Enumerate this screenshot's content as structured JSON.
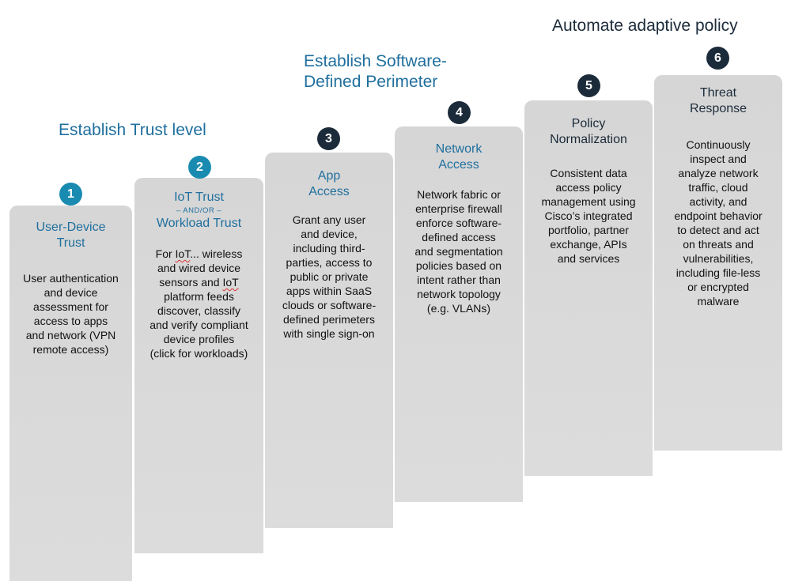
{
  "colors": {
    "step_fill": "#d9d9d9",
    "blue_text": "#1f6f9e",
    "dark_text": "#1c2b3a",
    "teal_badge": "#1a8bb0",
    "navy_badge": "#1c2b3a"
  },
  "stage_titles": [
    "Establish Trust level",
    "Establish Software-\nDefined Perimeter",
    "Automate adaptive policy"
  ],
  "steps": [
    {
      "number": "1",
      "title": "User-Device\nTrust",
      "body": "User authentication\nand device\nassessment for\naccess to apps\nand network (VPN\nremote access)"
    },
    {
      "number": "2",
      "title_top": "IoT Trust",
      "title_sub": "– AND/OR –",
      "title_bottom": "Workload Trust",
      "body_pre": "For ",
      "body_iot1": "IoT",
      "body_mid": "... wireless\nand wired device\nsensors and ",
      "body_iot2": "IoT",
      "body_post": "\nplatform feeds\ndiscover, classify\nand verify compliant\ndevice profiles\n(click for workloads)"
    },
    {
      "number": "3",
      "title": "App\nAccess",
      "body": "Grant any user\nand device,\nincluding third-\nparties, access to\npublic or private\napps within SaaS\nclouds or software-\ndefined perimeters\nwith single sign-on"
    },
    {
      "number": "4",
      "title": "Network\nAccess",
      "body": "Network fabric or\nenterprise firewall\nenforce software-\ndefined access\nand segmentation\npolicies based on\nintent rather than\nnetwork topology\n(e.g. VLANs)"
    },
    {
      "number": "5",
      "title": "Policy\nNormalization",
      "body": "Consistent data\naccess policy\nmanagement using\nCisco’s integrated\nportfolio, partner\nexchange, APIs\nand services"
    },
    {
      "number": "6",
      "title": "Threat\nResponse",
      "body": "Continuously\ninspect and\nanalyze network\ntraffic, cloud\nactivity, and\nendpoint behavior\nto detect and act\non threats and\nvulnerabilities,\nincluding file-less\nor encrypted\nmalware"
    }
  ]
}
